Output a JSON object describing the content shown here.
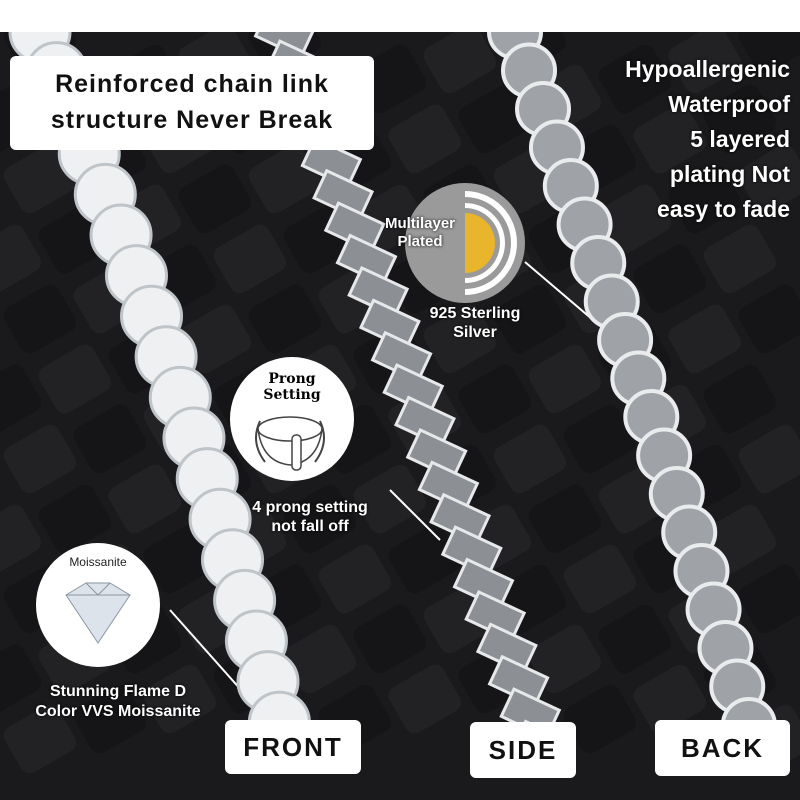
{
  "headline": {
    "line1": "Reinforced chain link",
    "line2": "structure Never Break"
  },
  "features": {
    "lines": [
      "Hypoallergenic",
      "Waterproof",
      "5 layered",
      "plating Not",
      "easy to fade"
    ]
  },
  "plating": {
    "badge_line1": "Multilayer",
    "badge_line2": "Plated",
    "caption_line1": "925 Sterling",
    "caption_line2": "Silver",
    "colors": {
      "gold": "#e8b52c",
      "gray": "#9a9a9a"
    }
  },
  "prong": {
    "badge_line1": "Prong",
    "badge_line2": "Setting",
    "caption_line1": "4 prong setting",
    "caption_line2": "not fall off"
  },
  "stone": {
    "badge": "Moissanite",
    "caption_line1": "Stunning Flame D",
    "caption_line2": "Color VVS Moissanite"
  },
  "views": {
    "front": "FRONT",
    "side": "SIDE",
    "back": "BACK"
  }
}
